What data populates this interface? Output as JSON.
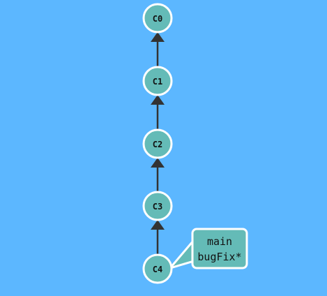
{
  "colors": {
    "background": "#5cb7ff",
    "commit_fill": "#64bbb7",
    "commit_stroke": "#ffffff",
    "edge": "#333333",
    "branch_fill": "#64bbb7",
    "branch_stroke": "#ffffff",
    "text": "#111111"
  },
  "commits": [
    {
      "id": "C0"
    },
    {
      "id": "C1"
    },
    {
      "id": "C2"
    },
    {
      "id": "C3"
    },
    {
      "id": "C4"
    }
  ],
  "edges": [
    {
      "from": "C1",
      "to": "C0"
    },
    {
      "from": "C2",
      "to": "C1"
    },
    {
      "from": "C3",
      "to": "C2"
    },
    {
      "from": "C4",
      "to": "C3"
    }
  ],
  "branch_box": {
    "points_to": "C4",
    "lines": [
      "main",
      "bugFix*"
    ]
  }
}
